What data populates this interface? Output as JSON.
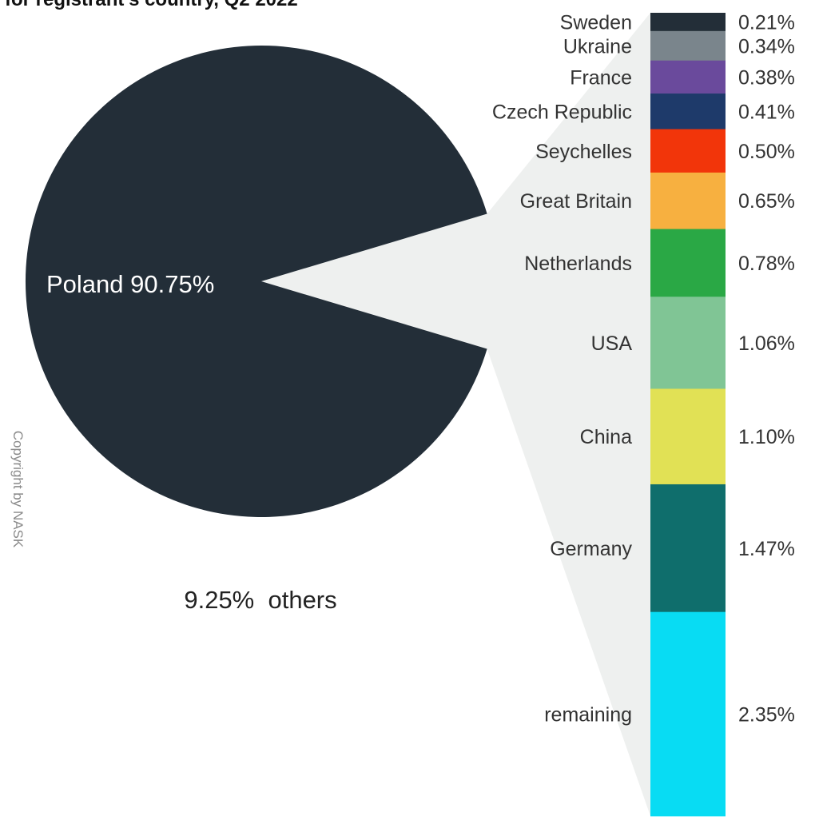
{
  "title": "for registrant's country, Q2 2022",
  "copyright": "Copyright by NASK",
  "colors": {
    "pie": "#232e38",
    "connector": "#eef0ef",
    "background": "#ffffff"
  },
  "chart_data": [
    {
      "type": "pie",
      "slices": [
        {
          "label": "Poland",
          "value": 90.75,
          "value_text": "90.75%",
          "color": "#232e38"
        },
        {
          "label": "others",
          "value": 9.25,
          "value_text": "9.25%",
          "color": "#ffffff"
        }
      ]
    },
    {
      "type": "bar",
      "stacked": true,
      "categories": [
        "Sweden",
        "Ukraine",
        "France",
        "Czech Republic",
        "Seychelles",
        "Great Britain",
        "Netherlands",
        "USA",
        "China",
        "Germany",
        "remaining"
      ],
      "values": [
        0.21,
        0.34,
        0.38,
        0.41,
        0.5,
        0.65,
        0.78,
        1.06,
        1.1,
        1.47,
        2.35
      ],
      "value_labels": [
        "0.21%",
        "0.34%",
        "0.38%",
        "0.41%",
        "0.50%",
        "0.65%",
        "0.78%",
        "1.06%",
        "1.10%",
        "1.47%",
        "2.35%"
      ],
      "colors": [
        "#232e38",
        "#7a858c",
        "#6a4a9c",
        "#1e3a6a",
        "#f2350a",
        "#f7b040",
        "#2aa845",
        "#80c595",
        "#e1e155",
        "#0f6e6c",
        "#08dcf3"
      ]
    }
  ]
}
